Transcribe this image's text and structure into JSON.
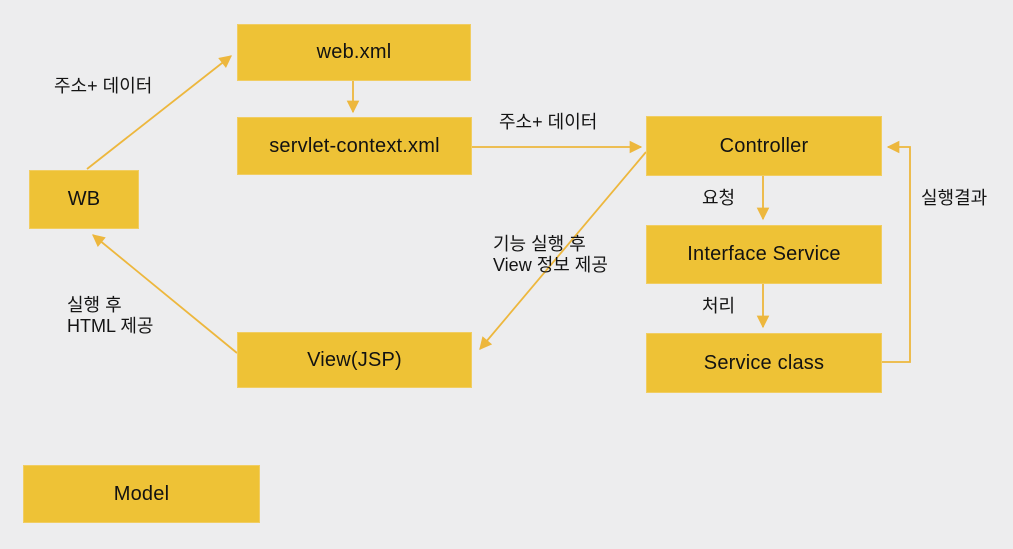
{
  "diagram": {
    "title": "Spring MVC request flow diagram",
    "colors": {
      "background": "#ededee",
      "node_fill": "#eec236",
      "node_border": "#f1cd62",
      "arrow": "#edb73d",
      "text": "#141414"
    },
    "nodes": {
      "web_xml": {
        "label": "web.xml"
      },
      "servlet_context": {
        "label": "servlet-context.xml"
      },
      "wb": {
        "label": "WB"
      },
      "controller": {
        "label": "Controller"
      },
      "interface_service": {
        "label": "Interface Service"
      },
      "service_class": {
        "label": "Service class"
      },
      "view_jsp": {
        "label": "View(JSP)"
      },
      "model": {
        "label": "Model"
      }
    },
    "edge_labels": {
      "wb_to_webxml": "주소+ 데이터",
      "servlet_to_controller": "주소+ 데이터",
      "controller_to_interface": "요청",
      "interface_to_service": "처리",
      "service_to_controller": "실행결과",
      "controller_to_view": "기능 실행 후\nView 정보 제공",
      "view_to_wb": "실행 후\nHTML 제공"
    }
  }
}
